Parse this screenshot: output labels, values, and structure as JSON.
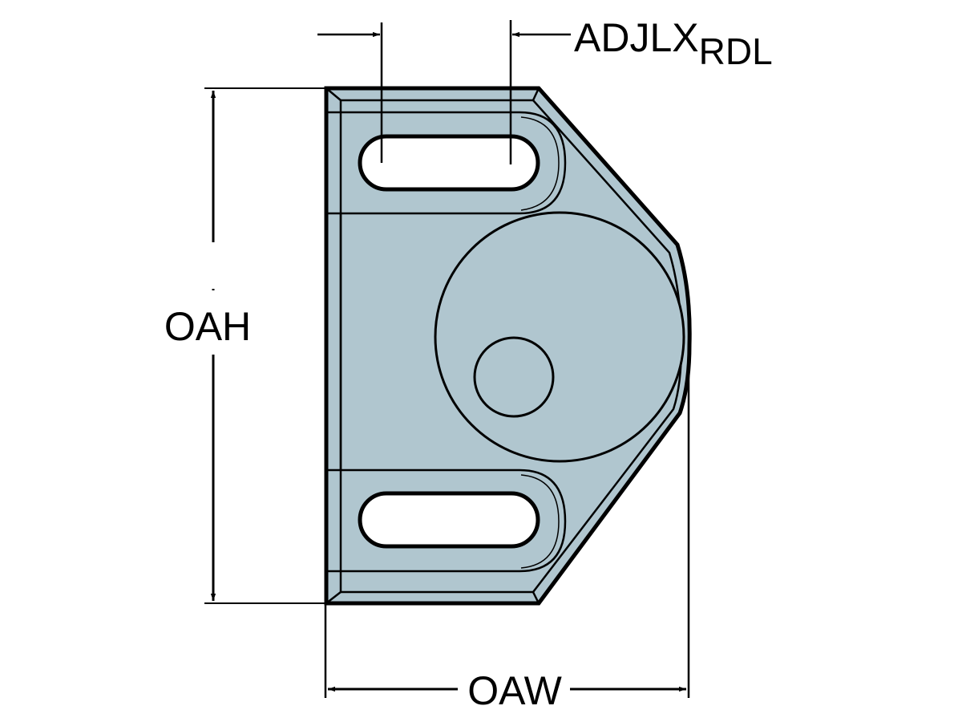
{
  "diagram": {
    "type": "technical-drawing",
    "subject": "shim / adjustment plate (side view)",
    "colors": {
      "part_fill": "#b0c6cf",
      "outline": "#000000",
      "background": "#ffffff",
      "slot_fill": "#ffffff"
    },
    "dimensions": {
      "adjlx": {
        "main": "ADJLX",
        "subscript": "RDL"
      },
      "oah": {
        "label": "OAH"
      },
      "oaw": {
        "label": "OAW"
      }
    }
  }
}
